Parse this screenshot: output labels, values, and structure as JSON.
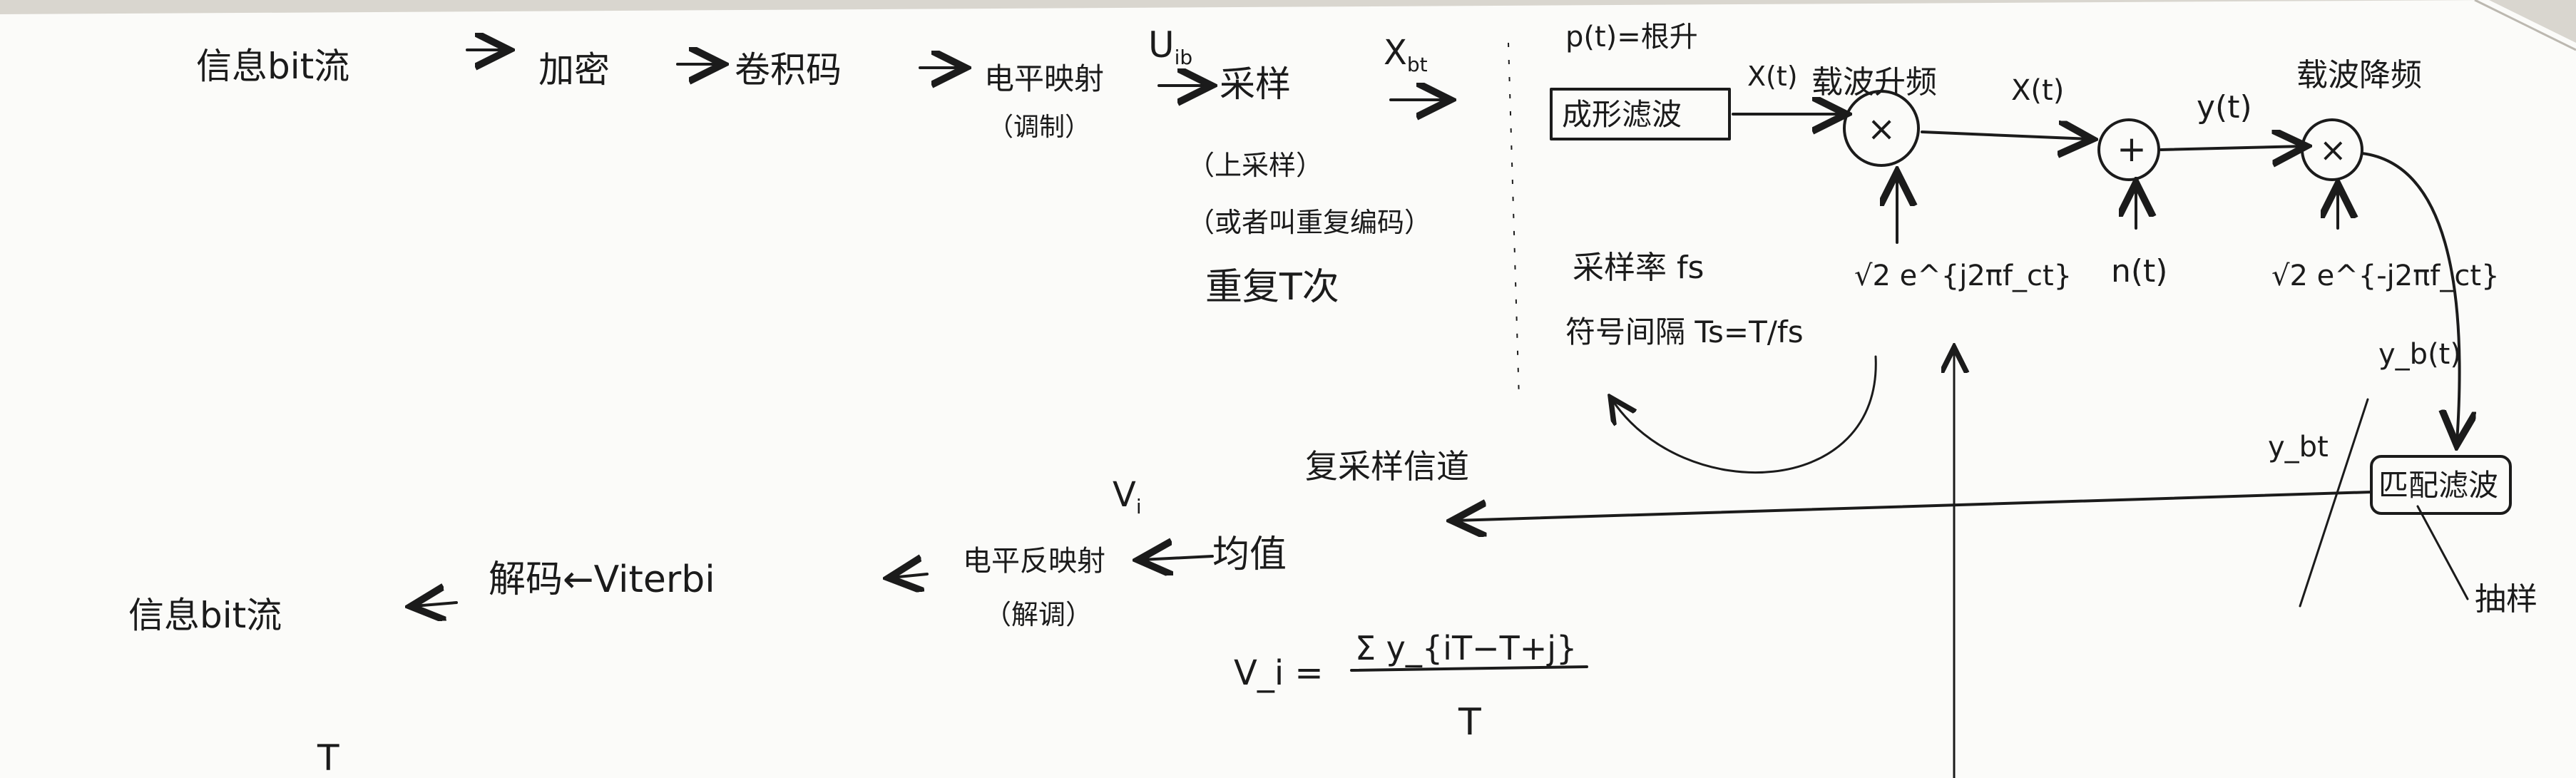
{
  "top_chain": {
    "info_bits": "信息bit流",
    "encrypt": "加密",
    "conv_code": "卷积码",
    "level_map": "电平映射",
    "modulation": "（调制）",
    "u_label": "U",
    "u_sub": "ib",
    "sampling": "采样",
    "sampling_note1": "（上采样）",
    "sampling_note2": "（或者叫重复编码）",
    "repeat_t": "重复T次",
    "x_label": "X",
    "x_sub": "bt"
  },
  "tx": {
    "pt_label": "p(t)=根升",
    "shaping_filter": "成形滤波",
    "xt_label": "X(t)",
    "carrier_up": "载波升频",
    "xt_out": "X(t)",
    "sqrt2_carrier": "√2 e^{j2πf_ct}",
    "sampling_rate": "采样率 fs",
    "symbol_interval": "符号间隔 Ts=T/fs",
    "noise": "n(t)",
    "yt": "y(t)",
    "carrier_down": "载波降频",
    "sqrt2_conj": "√2 e^{-j2πf_ct}",
    "yb_t": "y_b(t)",
    "matched_filter": "匹配滤波",
    "ybt": "y_bt",
    "sampling_out": "抽样",
    "plus": "+",
    "times": "×"
  },
  "bottom_chain": {
    "resample_label": "复采样信道",
    "mean": "均值",
    "v_label": "V",
    "v_sub": "i",
    "level_demap": "电平反映射",
    "demod": "（解调）",
    "viterbi_decode": "解码←Viterbi",
    "info_bits_out": "信息bit流",
    "formula_lhs": "V_i =",
    "formula_num": "Σ y_{iT−T+j}",
    "formula_den": "T",
    "stray_t": "T"
  },
  "colors": {
    "paper": "#fbfbf9",
    "ink": "#1b1b1b",
    "background": "#d9d6cf"
  }
}
